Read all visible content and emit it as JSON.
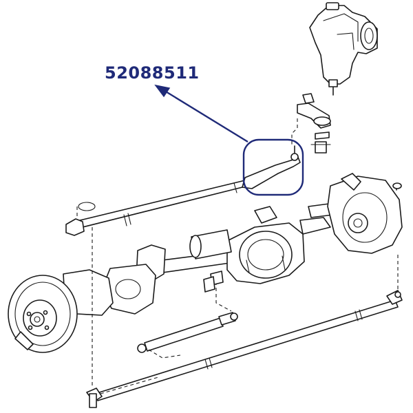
{
  "diagram": {
    "part_number": "52088511",
    "colors": {
      "callout": "#1f2a78",
      "lines": "#1a1a1a",
      "background": "#ffffff"
    },
    "parts": [
      "steering-gear-box",
      "pitman-arm",
      "drag-link",
      "tie-rod",
      "steering-damper",
      "front-axle-housing",
      "differential",
      "left-hub-rotor",
      "right-knuckle"
    ]
  }
}
